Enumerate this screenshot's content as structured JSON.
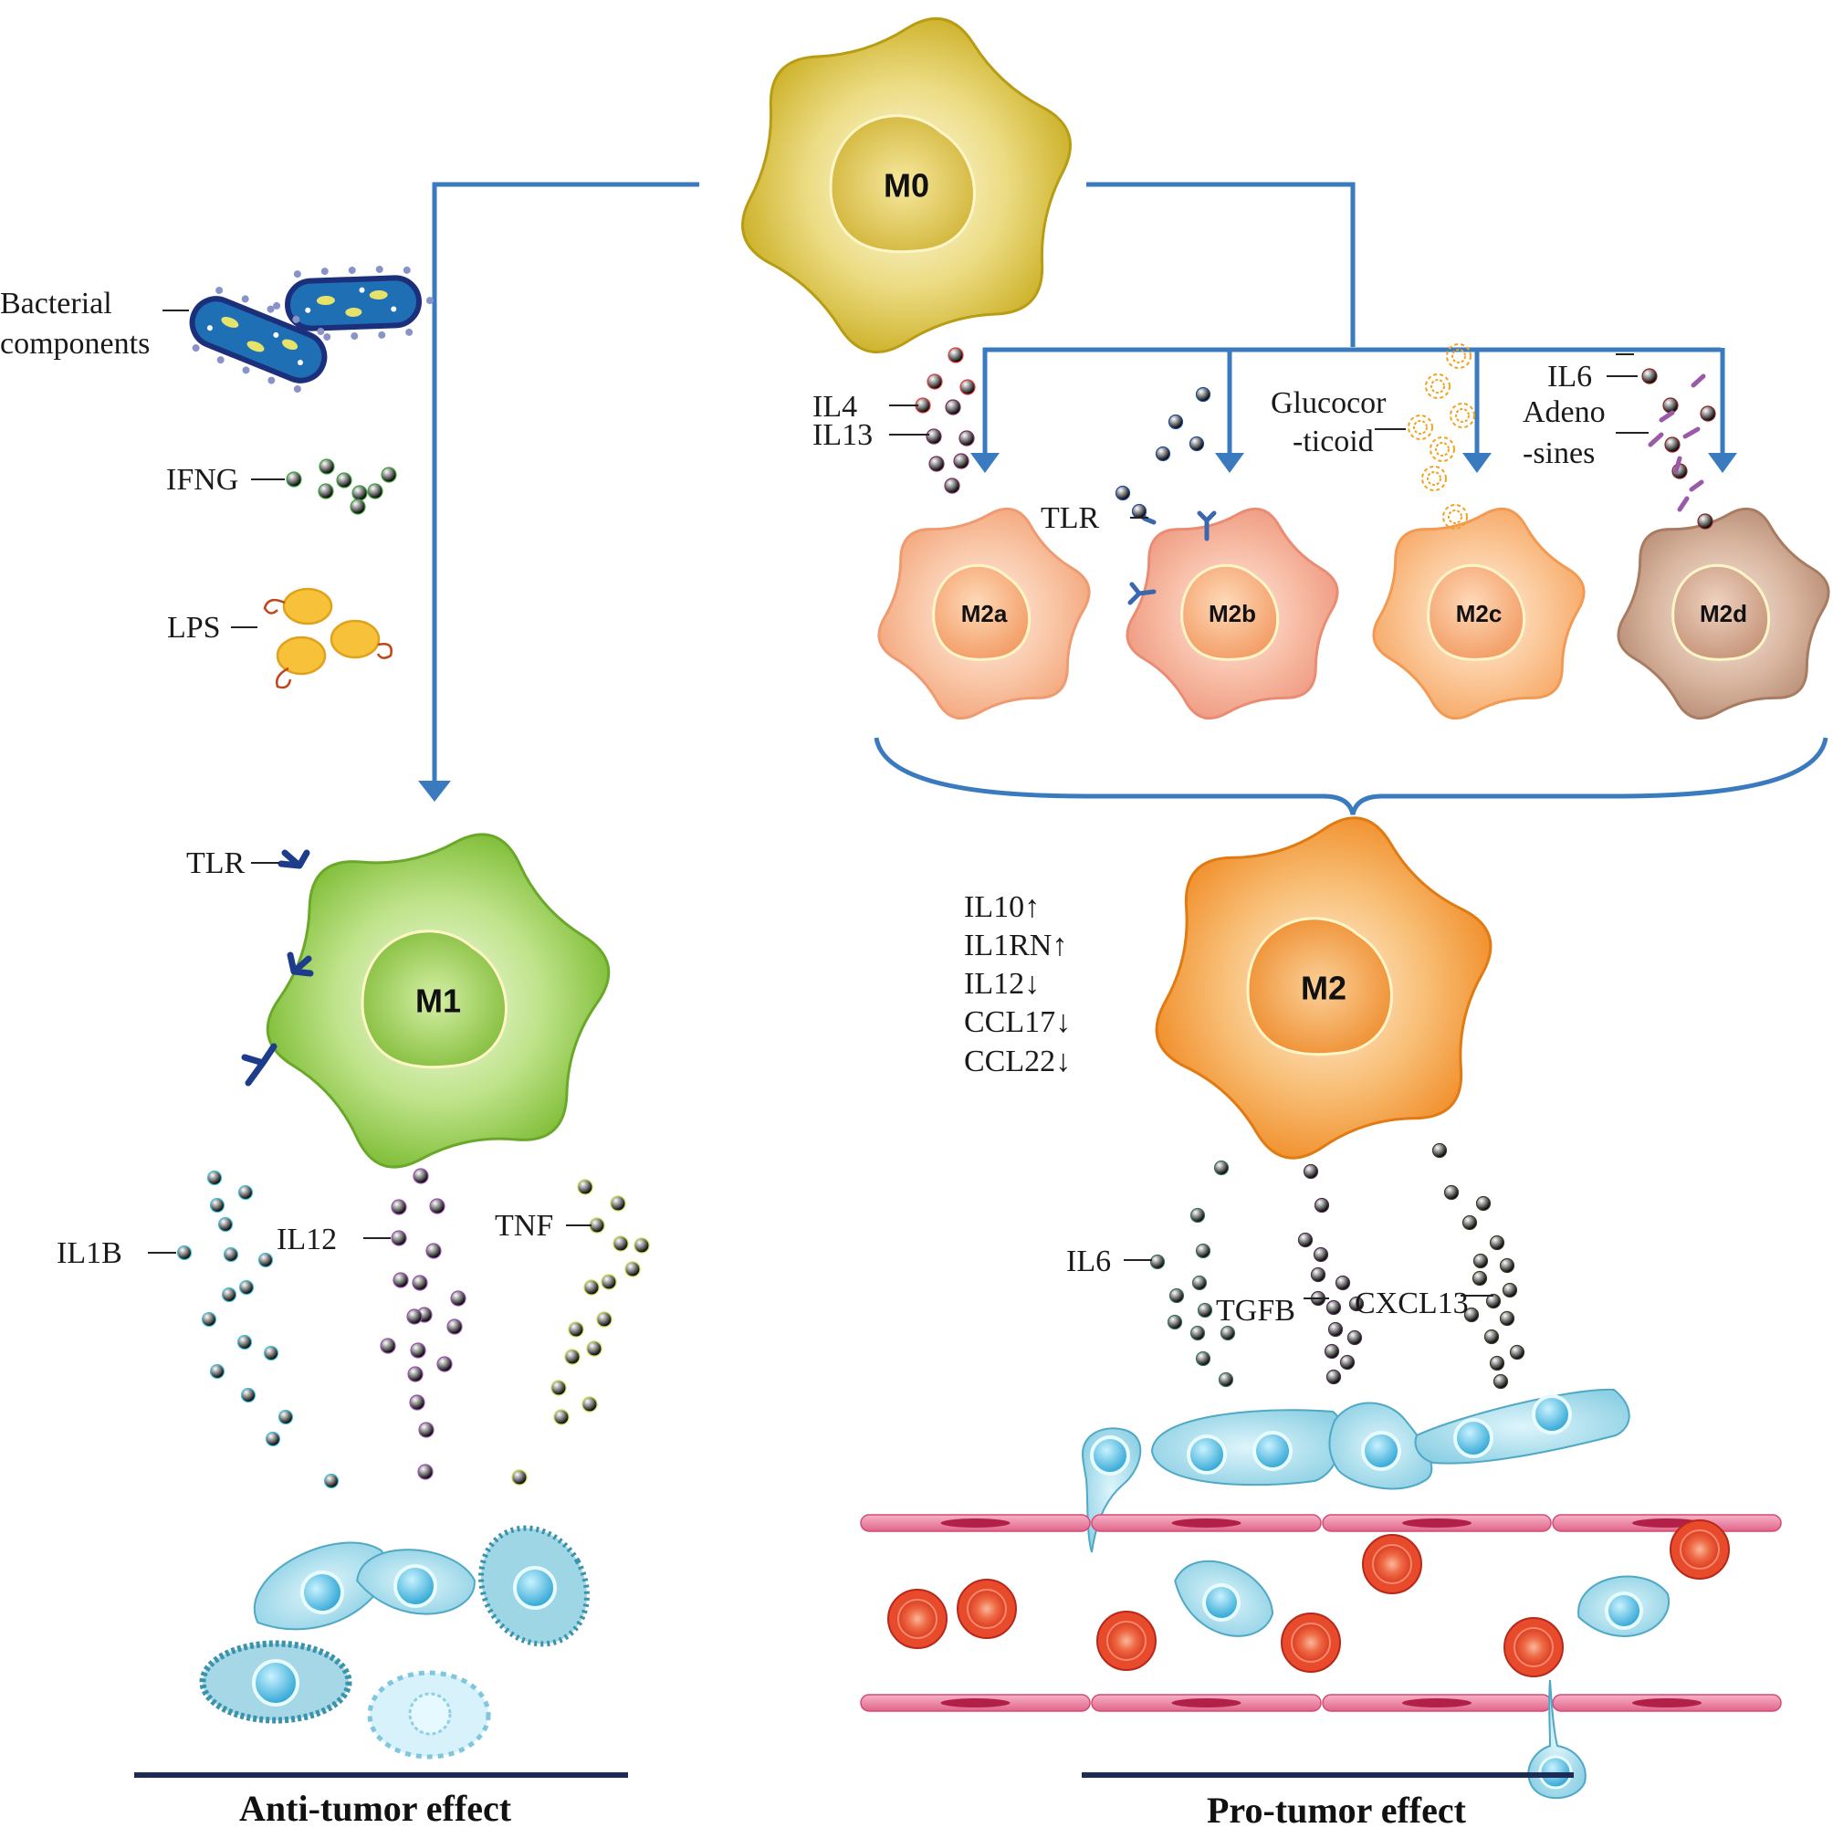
{
  "macrophages": {
    "m0": "M0",
    "m1": "M1",
    "m2": "M2",
    "m2a": "M2a",
    "m2b": "M2b",
    "m2c": "M2c",
    "m2d": "M2d"
  },
  "m1_stimuli": {
    "bacterial_line1": "Bacterial",
    "bacterial_line2": "components",
    "ifng": "IFNG",
    "lps": "LPS",
    "tlr": "TLR"
  },
  "m1_secreted": {
    "il1b": "IL1B",
    "il12": "IL12",
    "tnf": "TNF"
  },
  "m2_stimuli": {
    "il4": "IL4",
    "il13": "IL13",
    "tlr": "TLR",
    "gluco_line1": "Glucocor",
    "gluco_line2": "-ticoid",
    "il6": "IL6",
    "adeno_line1": "Adeno",
    "adeno_line2": "-sines"
  },
  "m2_profile": [
    "IL10↑",
    "IL1RN↑",
    "IL12↓",
    "CCL17↓",
    "CCL22↓"
  ],
  "m2_secreted": {
    "il6": "IL6",
    "tgfb": "TGFB",
    "cxcl13": "CXCL13"
  },
  "effects": {
    "anti": "Anti-tumor effect",
    "pro": "Pro-tumor effect"
  },
  "colors": {
    "arrow": "#3a7bbf",
    "m0": "#d4bd3a",
    "m1": "#8cc63f",
    "m2": "#f39a3a",
    "m2a": "#f6b48e",
    "m2b": "#f3a98e",
    "m2c": "#f8b27a",
    "m2d": "#c9a08a",
    "tumor_cell": "#8fd3e6",
    "rbc": "#e8402a",
    "vessel": "#e96a8e"
  }
}
